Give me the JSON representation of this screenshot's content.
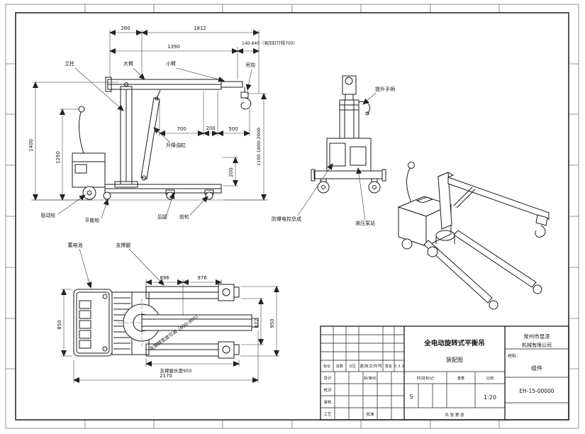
{
  "side_view": {
    "labels": {
      "column": "立柱",
      "big_arm": "大臂",
      "small_arm": "小臂",
      "hook": "吊钩",
      "lift_cylinder": "升降油缸",
      "drive_wheel": "驱动轮",
      "balance_wheel": "平衡轮",
      "rear_leg": "后腿",
      "front_wheel": "前轮"
    },
    "dims": {
      "d280": "280",
      "d1812": "1812",
      "d1390": "1390",
      "d_range": "140-840（液压缸行程700）",
      "d700": "700",
      "d200_h": "200",
      "d500": "500",
      "d1400": "1400",
      "d1260": "1260",
      "d200_v": "200",
      "d_hook_h": "1100 1800-2000"
    }
  },
  "front_view": {
    "labels": {
      "lift_handle": "提升手柄",
      "control_box": "防爆电控总成",
      "pump_station": "液压泵站"
    }
  },
  "top_view": {
    "labels": {
      "battery": "蓄电池",
      "support_leg": "支撑腿",
      "leg_width_note": "支撑腿宽度可调（600-900）",
      "leg_length_note": "支撑腿长度950"
    },
    "dims": {
      "d896": "896",
      "d976": "976",
      "d850": "850",
      "d872": "872",
      "d950": "950",
      "d2170": "2170"
    }
  },
  "title_block": {
    "company_line1": "常州市昱泽",
    "company_line2": "机械有限公司",
    "product_name": "全电动旋转式平衡吊",
    "drawing_type": "装配图",
    "material_label": "材料：",
    "material_value": "组件",
    "drawing_number": "EH-15-00000",
    "scale_value": "1:20",
    "stage_mark": "S",
    "headers": {
      "mark": "标记",
      "count": "处数",
      "zone": "分区",
      "change_no": "更改文件号",
      "sign": "签名",
      "date": "年、月、日",
      "design": "设计",
      "proof": "校对",
      "audit": "审核",
      "craft": "工艺",
      "standard": "标准化",
      "approve": "批准",
      "stage": "阶段标记",
      "weight": "重量",
      "scale": "比例",
      "sheets": "共 张 第 张"
    }
  }
}
